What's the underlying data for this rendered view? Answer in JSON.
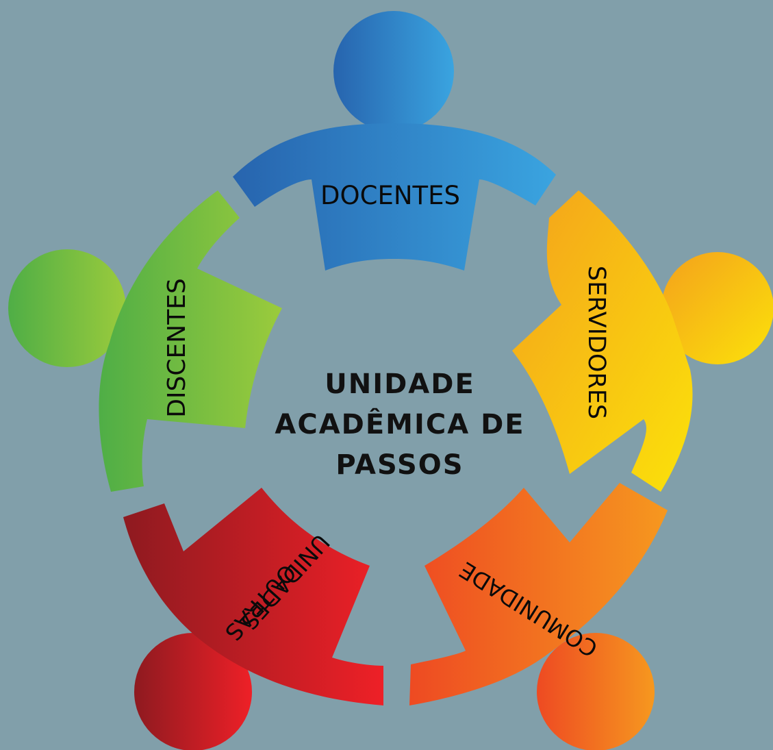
{
  "center": {
    "line1": "UNIDADE",
    "line2": "ACADÊMICA DE",
    "line3": "PASSOS"
  },
  "figures": [
    {
      "id": "docentes",
      "label": "DOCENTES",
      "colors": [
        "#2764ae",
        "#3aa4e0"
      ]
    },
    {
      "id": "servidores",
      "label": "SERVIDORES",
      "colors": [
        "#f4a11c",
        "#fbe20a"
      ]
    },
    {
      "id": "comunidade",
      "label": "COMUNIDADE",
      "colors": [
        "#ee4a22",
        "#f6981f"
      ]
    },
    {
      "id": "outras-unidades",
      "label_line1": "OUTRAS",
      "label_line2": "UNIDADES",
      "colors": [
        "#8e1a20",
        "#ee2027"
      ]
    },
    {
      "id": "discentes",
      "label": "DISCENTES",
      "colors": [
        "#4fae46",
        "#9bcb3c"
      ]
    }
  ]
}
